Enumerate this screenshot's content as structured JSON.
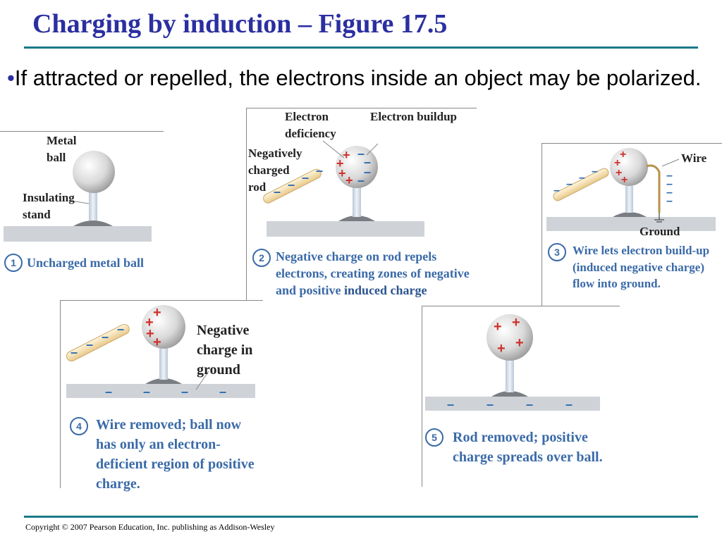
{
  "title": "Charging by induction – Figure 17.5",
  "bullet": {
    "marker": "•",
    "text": "If attracted or repelled, the electrons inside an object may be polarized."
  },
  "colors": {
    "title": "#2b2fa0",
    "rule": "#1a7a8a",
    "caption": "#3a6aa8",
    "plus": "#d0302a",
    "minus": "#2a6ab0"
  },
  "panels": {
    "p1": {
      "number": "1",
      "labels": {
        "metal_ball": "Metal\nball",
        "insulating_stand": "Insulating\nstand"
      },
      "caption": "Uncharged metal ball"
    },
    "p2": {
      "number": "2",
      "labels": {
        "electron_deficiency": "Electron\ndeficiency",
        "electron_buildup": "Electron buildup",
        "negatively_charged_rod": "Negatively\ncharged\nrod"
      },
      "caption_main": "Negative charge on rod repels electrons, creating zones of negative and positive ",
      "caption_emph": "induced charge"
    },
    "p3": {
      "number": "3",
      "labels": {
        "wire": "Wire",
        "ground": "Ground"
      },
      "caption": "Wire lets electron build-up (induced negative charge) flow into ground."
    },
    "p4": {
      "number": "4",
      "labels": {
        "negative_charge_in_ground": "Negative\ncharge in\nground"
      },
      "caption": "Wire removed; ball now has only an electron-deficient region of positive charge."
    },
    "p5": {
      "number": "5",
      "caption": "Rod removed; positive charge spreads over ball."
    }
  },
  "footer": "Copyright © 2007  Pearson Education, Inc. publishing as Addison-Wesley"
}
